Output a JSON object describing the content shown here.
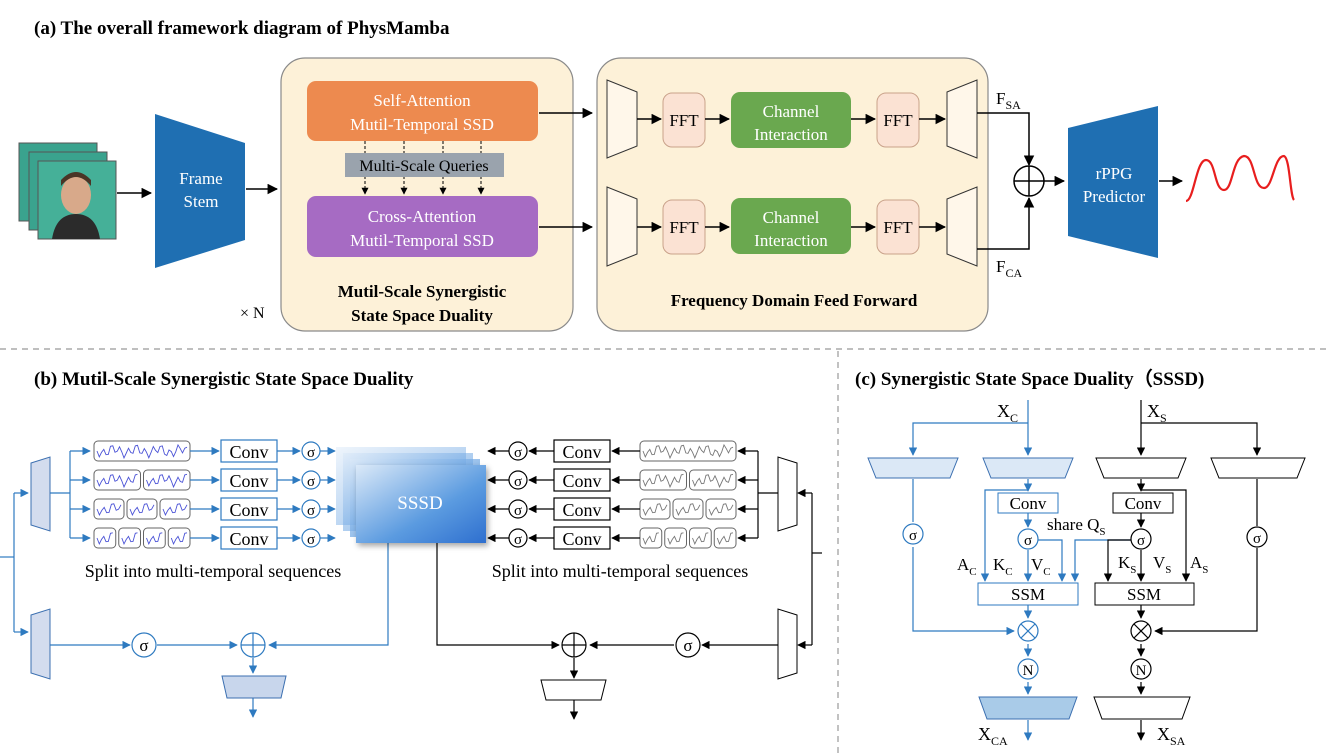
{
  "panel_a": {
    "title": "(a)  The overall framework diagram of PhysMamba",
    "frame_stem": [
      "Frame",
      "Stem"
    ],
    "self_attn": [
      "Self-Attention",
      "Mutil-Temporal SSD"
    ],
    "multi_scale_queries": "Multi-Scale Queries",
    "cross_attn": [
      "Cross-Attention",
      "Mutil-Temporal SSD"
    ],
    "times_n": "× N",
    "mssd_label": [
      "Mutil-Scale Synergistic",
      "State Space Duality"
    ],
    "fft": "FFT",
    "channel_interaction": [
      "Channel",
      "Interaction"
    ],
    "fdff_label": "Frequency Domain Feed Forward",
    "f_sa": {
      "main": "F",
      "sub": "SA"
    },
    "f_ca": {
      "main": "F",
      "sub": "CA"
    },
    "rppg": [
      "rPPG",
      "Predictor"
    ]
  },
  "panel_b": {
    "title": "(b)  Mutil-Scale Synergistic State Space Duality",
    "conv": "Conv",
    "sigma": "σ",
    "sssd": "SSSD",
    "split_caption": "Split into multi-temporal sequences"
  },
  "panel_c": {
    "title": "(c)  Synergistic State Space Duality（SSSD)",
    "xc": {
      "main": "X",
      "sub": "C"
    },
    "xs": {
      "main": "X",
      "sub": "S"
    },
    "conv": "Conv",
    "share_q": {
      "main": "share Q",
      "sub": "S"
    },
    "ac": {
      "main": "A",
      "sub": "C"
    },
    "kc": {
      "main": "K",
      "sub": "C"
    },
    "vc": {
      "main": "V",
      "sub": "C"
    },
    "ks": {
      "main": "K",
      "sub": "S"
    },
    "vs": {
      "main": "V",
      "sub": "S"
    },
    "as": {
      "main": "A",
      "sub": "S"
    },
    "ssm": "SSM",
    "norm": "N",
    "sigma": "σ",
    "xca": {
      "main": "X",
      "sub": "CA"
    },
    "xsa": {
      "main": "X",
      "sub": "SA"
    }
  },
  "colors": {
    "frame_stem": "#1f6fb2",
    "self_attn": "#ed8a4f",
    "cross_attn": "#a66bc3",
    "channel_interaction": "#6aa84f",
    "fft_fill": "#fbe2d3",
    "panel_bg": "#fdf1d8",
    "blue_line": "#2e7ac0",
    "wave": "#e81e1e"
  }
}
